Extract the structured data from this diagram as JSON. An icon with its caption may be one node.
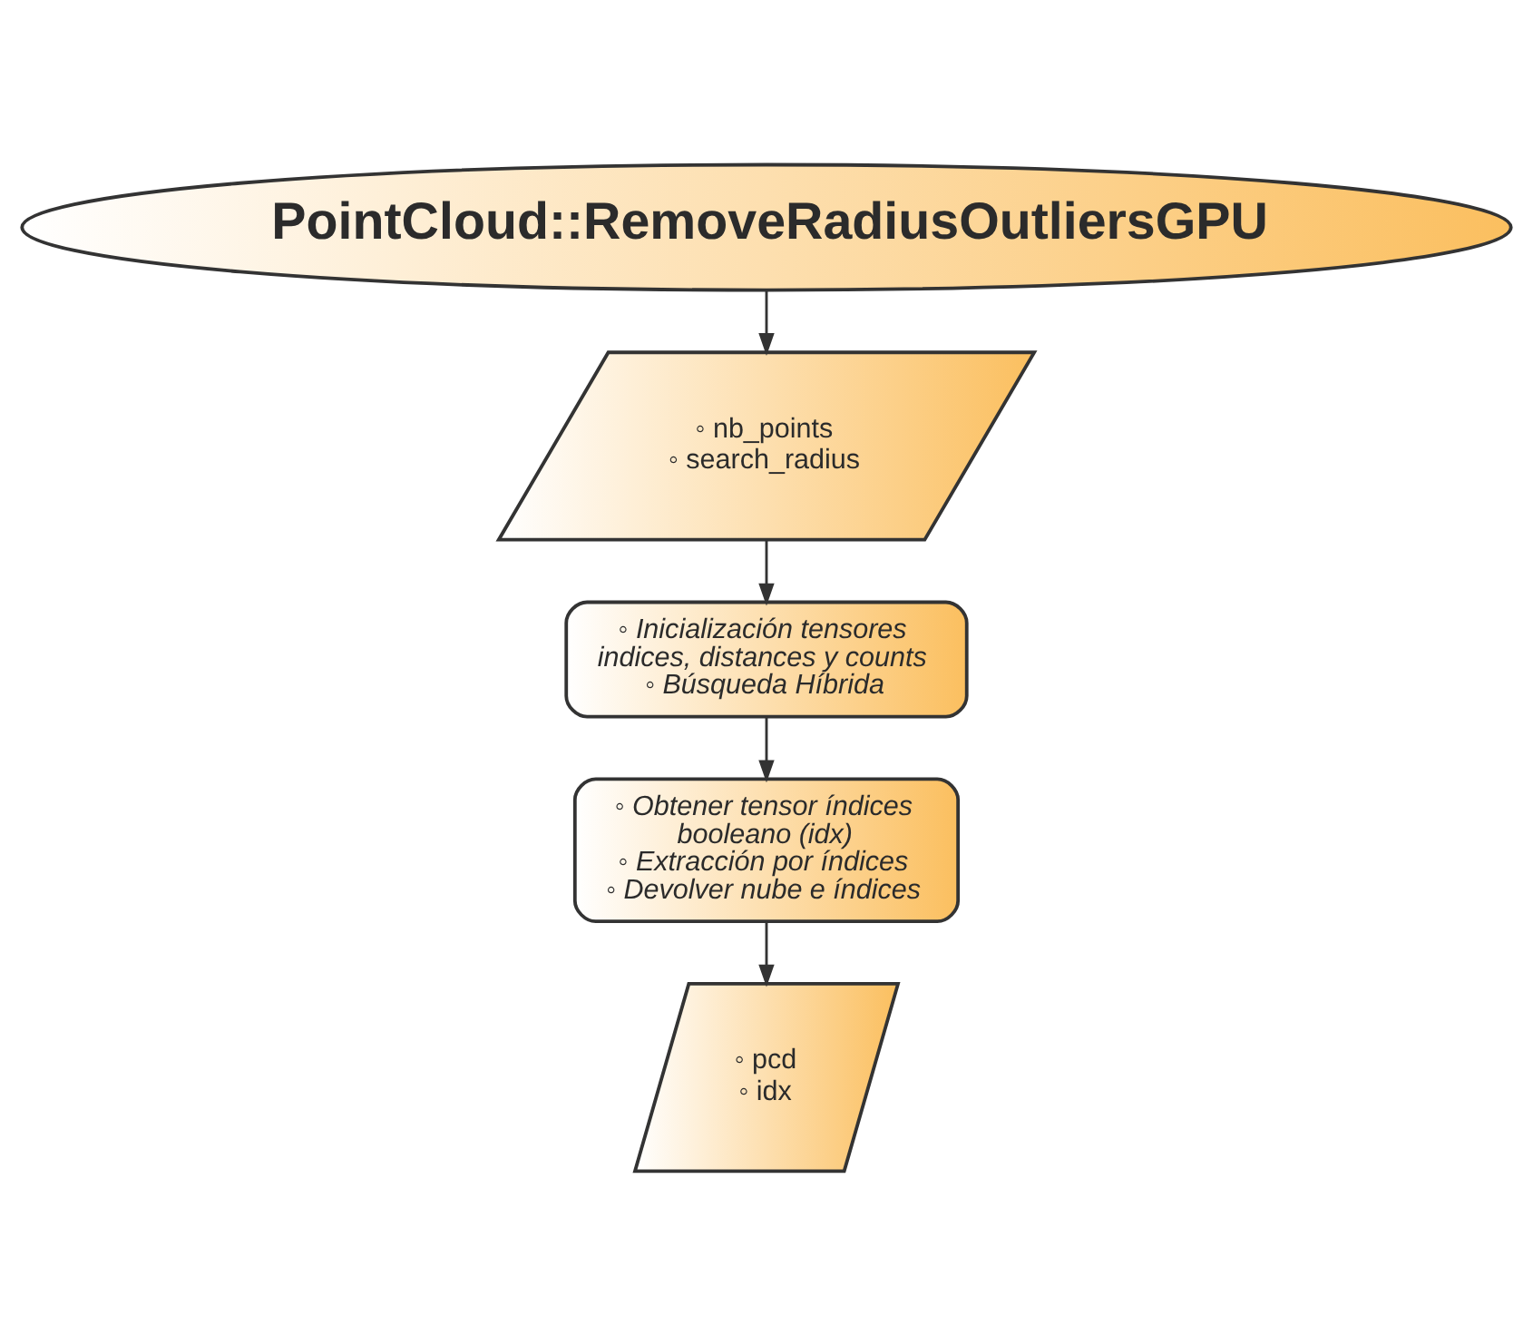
{
  "diagram": {
    "nodes": [
      {
        "text": [
          "PointCloud::RemoveRadiusOutliersGPU"
        ]
      },
      {
        "text": [
          "◦ nb_points",
          "◦ search_radius"
        ]
      },
      {
        "text": [
          "◦ Inicialización tensores indices, distances y counts",
          "◦ Búsqueda Híbrida"
        ]
      },
      {
        "text": [
          "◦ Obtener tensor índices booleano (idx)",
          "◦ Extracción por índices",
          "◦ Devolver nube e índices"
        ]
      },
      {
        "text": [
          "◦ pcd",
          "◦ idx"
        ]
      }
    ],
    "edges": [
      {
        "from": 0,
        "to": 1,
        "arrow": "to"
      },
      {
        "from": 1,
        "to": 2,
        "arrow": "to"
      },
      {
        "from": 2,
        "to": 3,
        "arrow": "to"
      },
      {
        "from": 3,
        "to": 4,
        "arrow": "to"
      }
    ]
  }
}
